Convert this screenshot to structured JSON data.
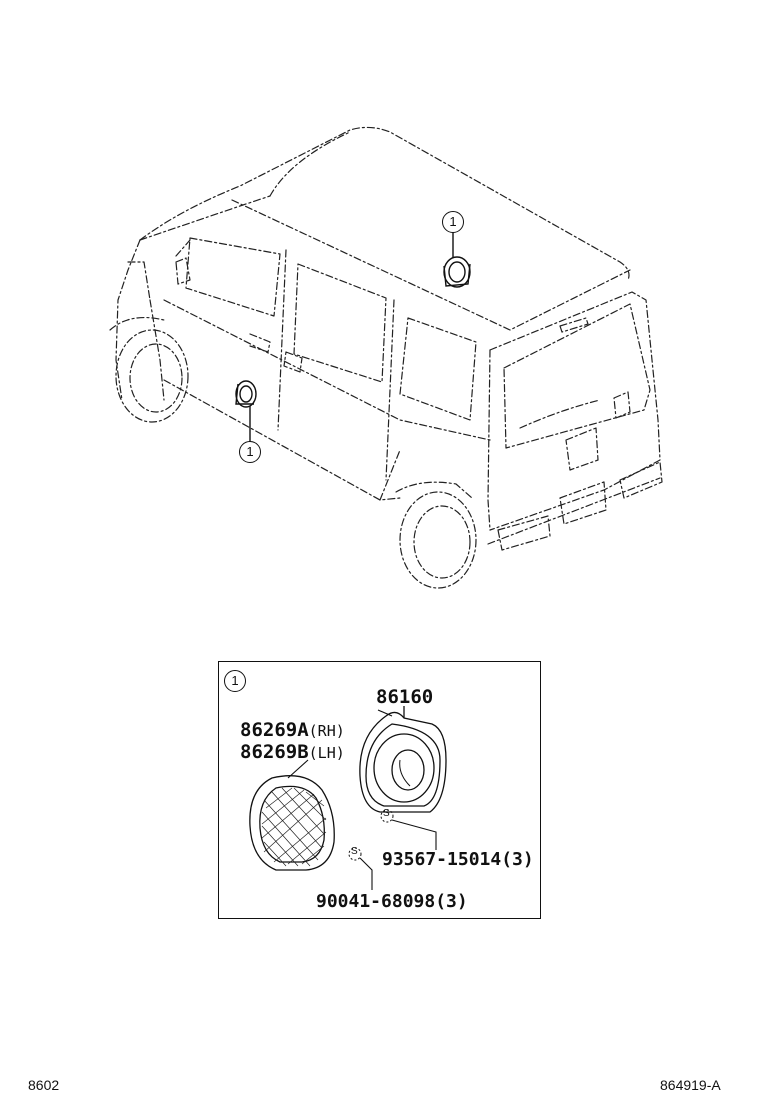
{
  "callout_marker": "1",
  "parts": {
    "speaker": {
      "number": "86160"
    },
    "cover_rh": {
      "number": "86269A",
      "suffix": "(RH)"
    },
    "cover_lh": {
      "number": "86269B",
      "suffix": "(LH)"
    },
    "screw_speaker": {
      "symbol": "S",
      "number": "93567-15014(3)"
    },
    "screw_cover": {
      "symbol": "S",
      "number": "90041-68098(3)"
    }
  },
  "footer": {
    "left_code": "8602",
    "right_code": "864919-A"
  }
}
